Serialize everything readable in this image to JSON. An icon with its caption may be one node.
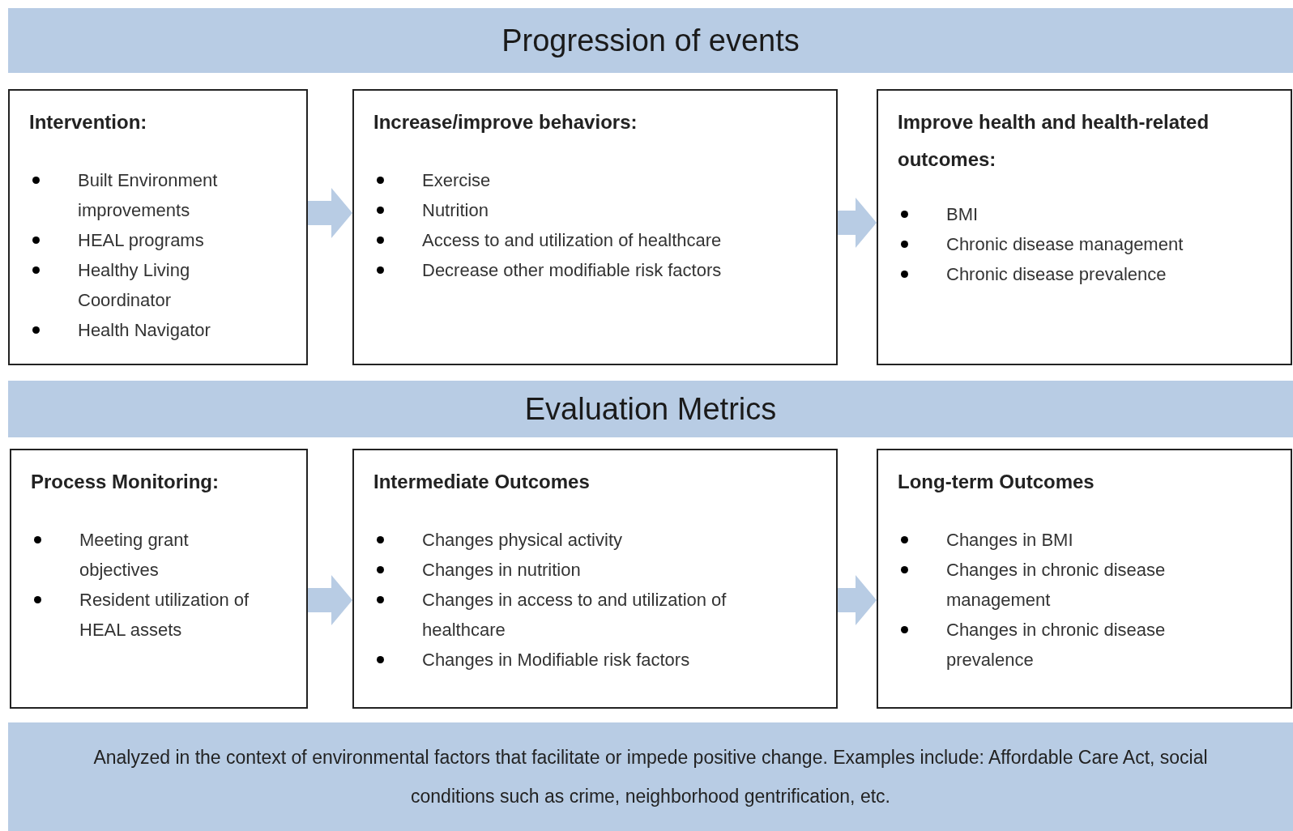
{
  "diagram": {
    "nodes": [
      {
        "text": [
          "Progression of events"
        ]
      },
      {
        "text": [
          "Intervention:",
          "Built Environment improvements",
          "HEAL programs",
          "Healthy Living Coordinator",
          "Health Navigator"
        ]
      },
      {
        "text": [
          "Increase/improve behaviors:",
          "Exercise",
          "Nutrition",
          "Access to and utilization of healthcare",
          "Decrease other modifiable risk factors"
        ]
      },
      {
        "text": [
          "Improve health and health-related outcomes:",
          "BMI",
          "Chronic disease management",
          "Chronic disease prevalence"
        ]
      },
      {
        "text": [
          "Evaluation Metrics"
        ]
      },
      {
        "text": [
          "Process Monitoring:",
          "Meeting grant objectives",
          "Resident utilization of HEAL assets"
        ]
      },
      {
        "text": [
          "Intermediate Outcomes",
          "Changes physical activity",
          "Changes in nutrition",
          "Changes in access to and utilization of healthcare",
          "Changes in Modifiable risk factors"
        ]
      },
      {
        "text": [
          "Long-term Outcomes",
          "Changes in BMI",
          "Changes in chronic disease management",
          "Changes in chronic disease prevalence"
        ]
      },
      {
        "text": [
          "Analyzed in the context of environmental factors that facilitate or impede positive change. Examples include: Affordable Care Act, social conditions such as crime, neighborhood gentrification, etc."
        ]
      }
    ],
    "edges": [
      {
        "from": 1,
        "to": 2,
        "arrow": "to"
      },
      {
        "from": 2,
        "to": 3,
        "arrow": "to"
      },
      {
        "from": 5,
        "to": 6,
        "arrow": "to"
      },
      {
        "from": 6,
        "to": 7,
        "arrow": "to"
      }
    ]
  }
}
